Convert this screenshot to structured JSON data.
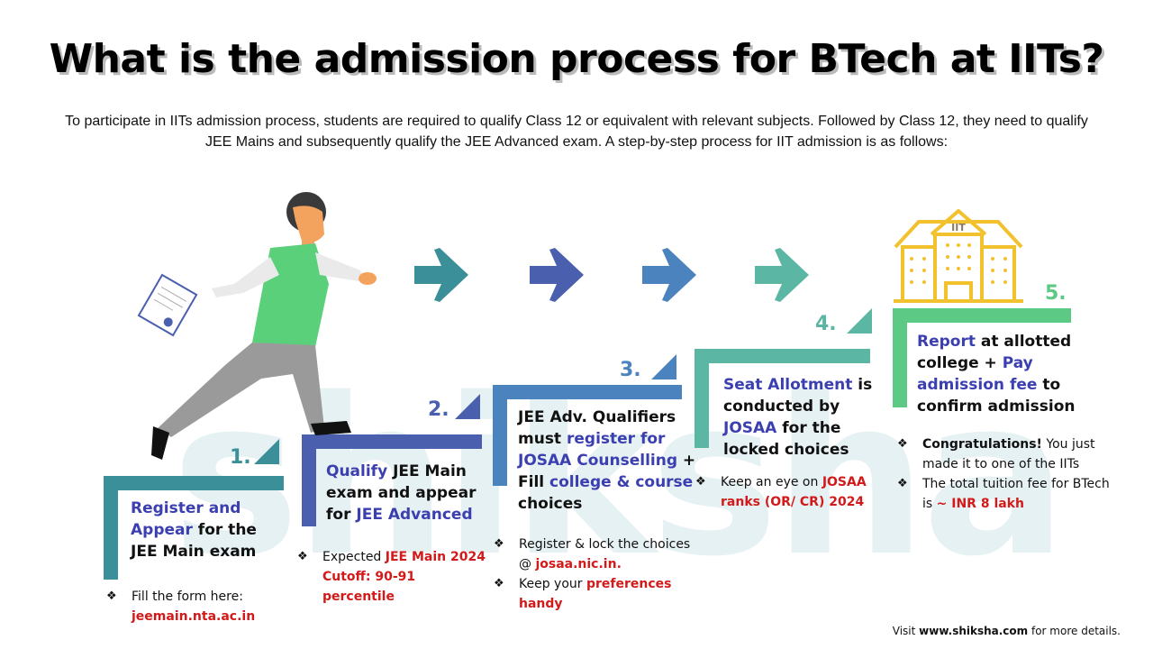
{
  "title": "What is the admission process for BTech at IITs?",
  "intro": "To participate in IITs admission process, students are required to qualify Class 12 or equivalent with relevant subjects. Followed by Class 12, they need to qualify JEE Mains and subsequently qualify the JEE Advanced exam. A step-by-step process for IIT admission is as follows:",
  "watermark": "shiksha",
  "colors": {
    "step1": "#3a8f98",
    "step2": "#4a5fae",
    "step3": "#4b83be",
    "step4": "#5bb7a3",
    "step5": "#5cc984",
    "highlight": "#3b3fb0",
    "red": "#d31a1a",
    "building": "#f2c12e"
  },
  "steps": [
    {
      "num": "1.",
      "parts": [
        {
          "t": "Register and Appear",
          "hl": true
        },
        {
          "t": " for the JEE Main exam",
          "hl": false
        }
      ],
      "bullets": [
        [
          {
            "t": "Fill the form here: ",
            "r": false
          },
          {
            "t": "jeemain.nta.ac.in",
            "r": true
          }
        ]
      ]
    },
    {
      "num": "2.",
      "parts": [
        {
          "t": "Qualify",
          "hl": true
        },
        {
          "t": " JEE Main exam and appear for ",
          "hl": false
        },
        {
          "t": "JEE Advanced",
          "hl": true
        }
      ],
      "bullets": [
        [
          {
            "t": "Expected ",
            "r": false
          },
          {
            "t": "JEE Main 2024 Cutoff: 90-91 percentile",
            "r": true
          }
        ]
      ]
    },
    {
      "num": "3.",
      "parts": [
        {
          "t": "JEE Adv. Qualifiers must ",
          "hl": false
        },
        {
          "t": "register for JOSAA Counselling",
          "hl": true
        },
        {
          "t": " + Fill ",
          "hl": false
        },
        {
          "t": "college & course",
          "hl": true
        },
        {
          "t": " choices",
          "hl": false
        }
      ],
      "bullets": [
        [
          {
            "t": "Register & lock the choices @ ",
            "r": false
          },
          {
            "t": "josaa.nic.in.",
            "r": true
          }
        ],
        [
          {
            "t": "Keep your ",
            "r": false
          },
          {
            "t": "preferences handy",
            "r": true
          }
        ]
      ]
    },
    {
      "num": "4.",
      "parts": [
        {
          "t": "Seat Allotment",
          "hl": true
        },
        {
          "t": " is conducted by ",
          "hl": false
        },
        {
          "t": "JOSAA",
          "hl": true
        },
        {
          "t": " for the locked choices",
          "hl": false
        }
      ],
      "bullets": [
        [
          {
            "t": "Keep an eye on ",
            "r": false
          },
          {
            "t": "JOSAA ranks (OR/ CR) 2024",
            "r": true
          }
        ]
      ]
    },
    {
      "num": "5.",
      "parts": [
        {
          "t": "Report",
          "hl": true
        },
        {
          "t": " at allotted college + ",
          "hl": false
        },
        {
          "t": "Pay admission fee",
          "hl": true
        },
        {
          "t": " to confirm admission",
          "hl": false
        }
      ],
      "bullets": [
        [
          {
            "t": "Congratulations!",
            "b": true
          },
          {
            "t": " You just made it to one of the IITs",
            "r": false
          }
        ],
        [
          {
            "t": "The total tuition fee for BTech is ",
            "r": false
          },
          {
            "t": "~ INR 8 lakh",
            "r": true
          }
        ]
      ]
    }
  ],
  "building_label": "IIT",
  "bullet_glyph": "❖",
  "footer": {
    "prefix": "Visit ",
    "site": "www.shiksha.com",
    "suffix": " for more details."
  }
}
